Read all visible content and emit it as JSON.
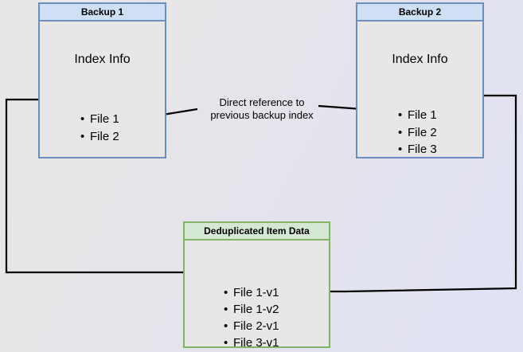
{
  "diagram": {
    "title": "Backup deduplication index reference diagram",
    "background_gradient_from": "#e8e6e6",
    "background_gradient_to": "#e0e2f4",
    "edge_color": "#000000"
  },
  "backup1": {
    "header": "Backup 1",
    "index_label": "Index Info",
    "border_color": "#6c8ebf",
    "header_fill": "#cfe0f5",
    "body_fill": "#e8e6e6",
    "files": [
      "File 1",
      "File 2"
    ]
  },
  "backup2": {
    "header": "Backup 2",
    "index_label": "Index Info",
    "border_color": "#6c8ebf",
    "header_fill": "#cfe0f5",
    "body_fill": "#e8e6e6",
    "files": [
      "File 1",
      "File 2",
      "File 3"
    ]
  },
  "dedup": {
    "header": "Deduplicated Item Data",
    "border_color": "#82b366",
    "header_fill": "#d5e8d4",
    "body_fill": "#e8e6e6",
    "files": [
      "File 1-v1",
      "File 1-v2",
      "File 2-v1",
      "File 3-v1"
    ]
  },
  "edges": {
    "reference_label_line1": "Direct reference to",
    "reference_label_line2": "previous backup index"
  }
}
